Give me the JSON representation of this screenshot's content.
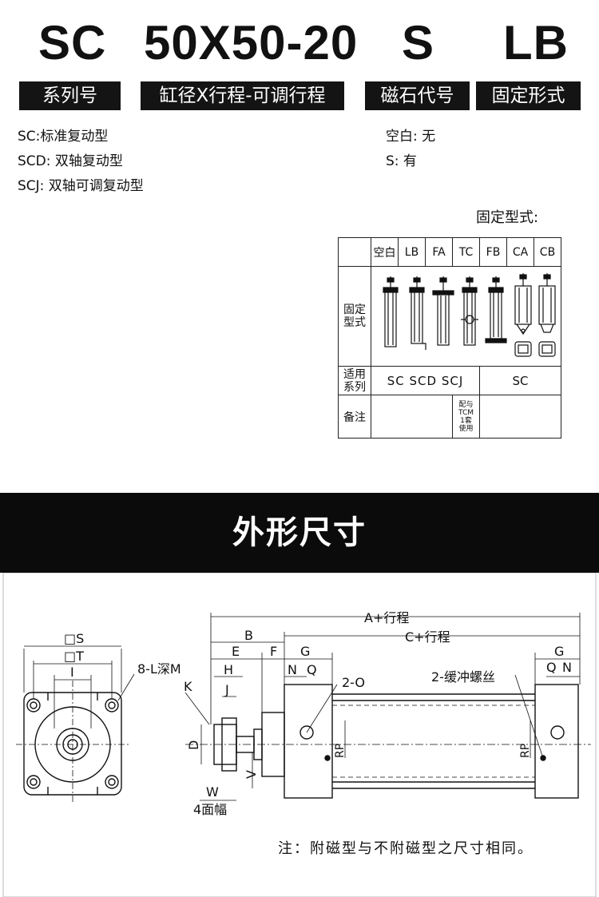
{
  "model": {
    "series": "SC",
    "size": "50X50-20",
    "magnet": "S",
    "mount": "LB"
  },
  "labels": {
    "series": "系列号",
    "size": "缸径X行程-可调行程",
    "magnet": "磁石代号",
    "mount": "固定形式"
  },
  "series_notes": [
    "SC:标准复动型",
    "SCD: 双轴复动型",
    "SCJ: 双轴可调复动型"
  ],
  "magnet_notes": [
    "空白: 无",
    "S: 有"
  ],
  "mount_table": {
    "title": "固定型式:",
    "header_row_label": "",
    "columns": [
      "空白",
      "LB",
      "FA",
      "TC",
      "FB",
      "CA",
      "CB"
    ],
    "row_mount_label": "固定型式",
    "row_series_label": "适用系列",
    "series_group_1": "SC  SCD  SCJ",
    "series_group_2": "SC",
    "row_remark_label": "备注",
    "tc_remark": "配与TCM1套使用"
  },
  "section_title": "外形尺寸",
  "dims": {
    "a_stroke": "A+行程",
    "c_stroke": "C+行程",
    "b": "B",
    "e": "E",
    "f": "F",
    "g": "G",
    "h": "H",
    "j": "J",
    "k": "K",
    "n": "N",
    "q": "Q",
    "d": "D",
    "v": "V",
    "w": "W",
    "four_faces": "4面幅",
    "port": "2-O",
    "cushion": "2-缓冲螺丝",
    "rp": "RP",
    "s": "□S",
    "t": "□T",
    "i": "I",
    "l_depth": "8-L深M"
  },
  "footnote": "注：附磁型与不附磁型之尺寸相同。"
}
